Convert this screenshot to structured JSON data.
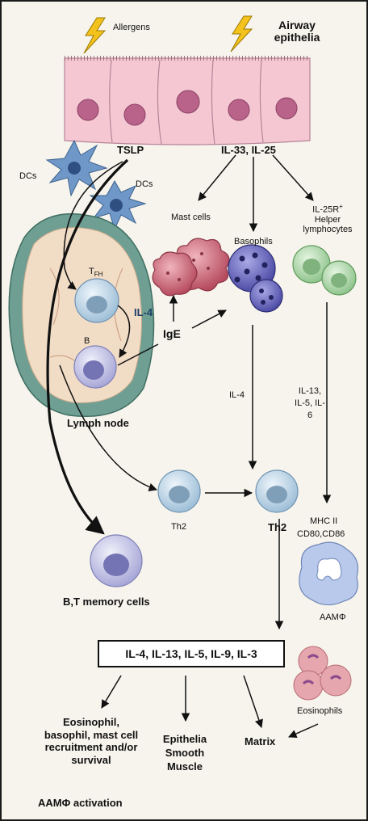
{
  "labels": {
    "allergens": "Allergens",
    "airway_epithelia": "Airway epithelia",
    "tslp": "TSLP",
    "il33_il25": "IL-33, IL-25",
    "dcs_left": "DCs",
    "dcs_right": "DCs",
    "mast_cells": "Mast cells",
    "basophils": "Basophils",
    "il25r_helper_main": "IL-25R",
    "il25r_helper_sup": "+",
    "il25r_helper_line2": "Helper",
    "il25r_helper_line3": "lymphocytes",
    "tfh_main": "T",
    "tfh_sub": "FH",
    "il4_curved": "IL-4",
    "b_cell": "B",
    "ige": "IgE",
    "lymph_node": "Lymph node",
    "il4_vertical": "IL-4",
    "il13_il5_il6": "IL-13, IL-5, IL-6",
    "th2_left": "Th2",
    "th2_right": "Th2",
    "mhc_ii": "MHC II",
    "cd80_cd86": "CD80,CD86",
    "aam_phi": "AAMΦ",
    "memory_cells": "B,T memory cells",
    "cytokine_box": "IL-4, IL-13, IL-5, IL-9, IL-3",
    "eosinophils": "Eosinophils",
    "recruitment": "Eosinophil, basophil, mast cell recruitment and/or survival",
    "aam_activation": "AAMΦ activation",
    "epithelia_smooth_muscle": "Epithelia Smooth Muscle",
    "matrix": "Matrix"
  },
  "colors": {
    "epithelium": "#f4c7d2",
    "nucleus": "#b9638a",
    "dc": "#6f98c8",
    "lymph_node_outer": "#6f9f93",
    "lymph_node_inner": "#f1dcc6",
    "mast_cell": "#c9586a",
    "basophil": "#3b3a8c",
    "helper": "#9fcf9a",
    "th2": "#bcd6ea",
    "b_cell": "#c9c9ea",
    "eosinophil": "#e6a6ad",
    "macrophage": "#b9c9ec"
  }
}
